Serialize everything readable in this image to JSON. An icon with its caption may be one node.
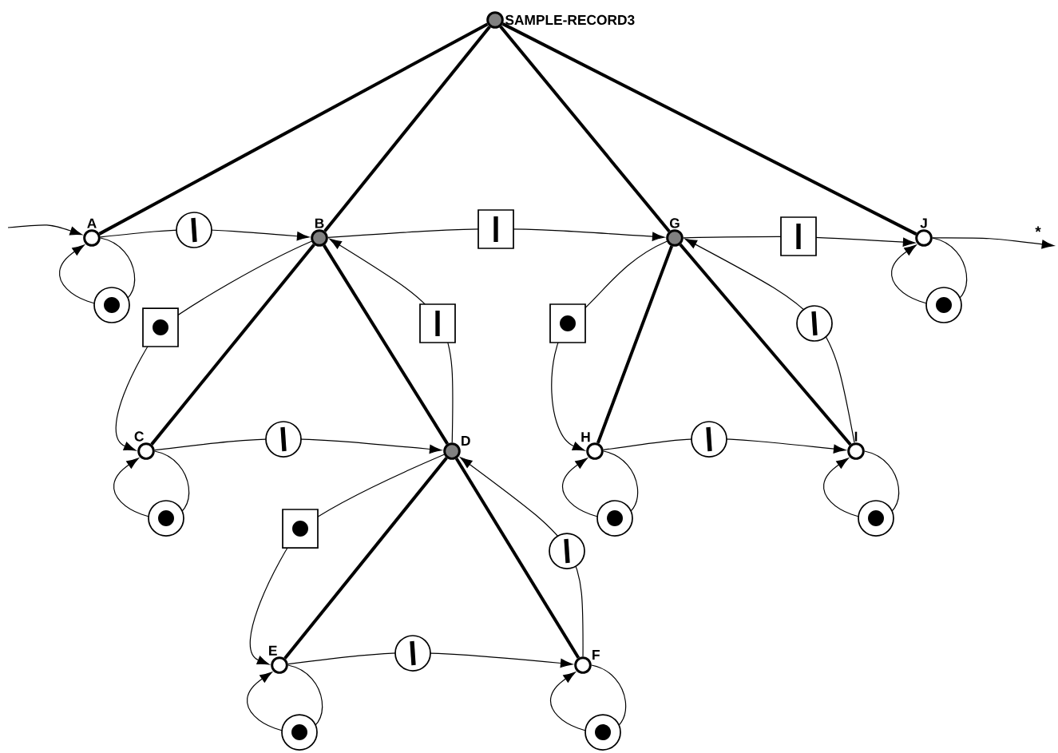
{
  "diagram": {
    "nodes": [
      {
        "text": [
          "SAMPLE-RECORD3"
        ]
      },
      {
        "text": [
          "A"
        ]
      },
      {
        "text": [
          "B"
        ]
      },
      {
        "text": [
          "C"
        ]
      },
      {
        "text": [
          "D"
        ]
      },
      {
        "text": [
          "E"
        ]
      },
      {
        "text": [
          "F"
        ]
      },
      {
        "text": [
          "G"
        ]
      },
      {
        "text": [
          "H"
        ]
      },
      {
        "text": [
          "I"
        ]
      },
      {
        "text": [
          "J"
        ]
      }
    ],
    "edges": [
      {
        "from": 0,
        "to": 1,
        "arrow": "none",
        "style": "thick"
      },
      {
        "from": 0,
        "to": 2,
        "arrow": "none",
        "style": "thick"
      },
      {
        "from": 0,
        "to": 7,
        "arrow": "none",
        "style": "thick"
      },
      {
        "from": 0,
        "to": 10,
        "arrow": "none",
        "style": "thick"
      },
      {
        "from": 2,
        "to": 3,
        "arrow": "none",
        "style": "thick"
      },
      {
        "from": 2,
        "to": 4,
        "arrow": "none",
        "style": "thick"
      },
      {
        "from": 7,
        "to": 8,
        "arrow": "none",
        "style": "thick"
      },
      {
        "from": 7,
        "to": 9,
        "arrow": "none",
        "style": "thick"
      },
      {
        "from": 4,
        "to": 5,
        "arrow": "none",
        "style": "thick"
      },
      {
        "from": 4,
        "to": 6,
        "arrow": "none",
        "style": "thick"
      },
      {
        "from": null,
        "to": 1,
        "arrow": "to"
      },
      {
        "from": 1,
        "to": 2,
        "arrow": "to"
      },
      {
        "from": 2,
        "to": 7,
        "arrow": "to"
      },
      {
        "from": 7,
        "to": 10,
        "arrow": "to"
      },
      {
        "from": 10,
        "to": null,
        "arrow": "to",
        "label": "*"
      },
      {
        "from": 2,
        "to": 3,
        "arrow": "to"
      },
      {
        "from": 4,
        "to": 2,
        "arrow": "to"
      },
      {
        "from": 3,
        "to": 4,
        "arrow": "to"
      },
      {
        "from": 7,
        "to": 8,
        "arrow": "to"
      },
      {
        "from": 9,
        "to": 7,
        "arrow": "to"
      },
      {
        "from": 8,
        "to": 9,
        "arrow": "to"
      },
      {
        "from": 4,
        "to": 5,
        "arrow": "to"
      },
      {
        "from": 6,
        "to": 4,
        "arrow": "to"
      },
      {
        "from": 5,
        "to": 6,
        "arrow": "to"
      },
      {
        "from": 1,
        "to": 1,
        "arrow": "to"
      },
      {
        "from": 3,
        "to": 3,
        "arrow": "to"
      },
      {
        "from": 5,
        "to": 5,
        "arrow": "to"
      },
      {
        "from": 6,
        "to": 6,
        "arrow": "to"
      },
      {
        "from": 8,
        "to": 8,
        "arrow": "to"
      },
      {
        "from": 9,
        "to": 9,
        "arrow": "to"
      },
      {
        "from": 10,
        "to": 10,
        "arrow": "to"
      }
    ]
  }
}
